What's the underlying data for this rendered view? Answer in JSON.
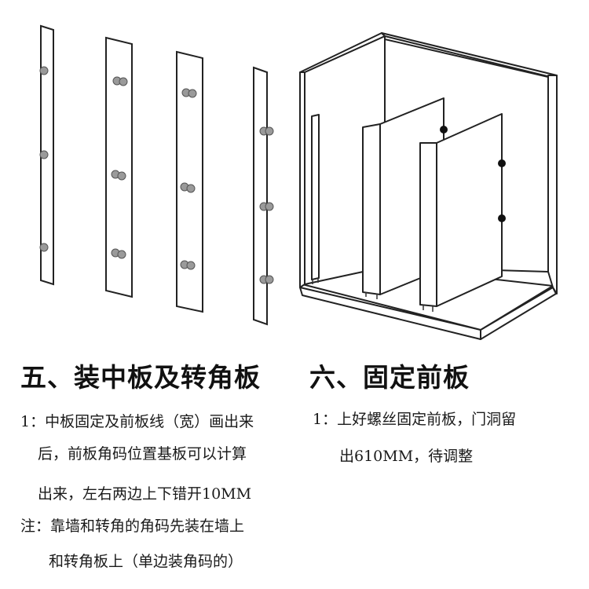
{
  "left_section": {
    "title": "五、装中板及转角板",
    "lines": [
      "1：中板固定及前板线（宽）画出来",
      "后，前板角码位置基板可以计算",
      "出来，左右两边上下错开10MM",
      "注：靠墙和转角的角码先装在墙上",
      "和转角板上（单边装角码的）"
    ]
  },
  "right_section": {
    "title": "六、固定前板",
    "lines": [
      "1：上好螺丝固定前板，门洞留",
      "出610MM，待调整"
    ]
  },
  "colors": {
    "line": "#222222",
    "bracket": "#9a9a9a",
    "screw": "#111111"
  },
  "icons": [
    "partition-panel-icon",
    "corner-bracket-icon",
    "screw-icon",
    "toilet-cubicle-icon"
  ]
}
